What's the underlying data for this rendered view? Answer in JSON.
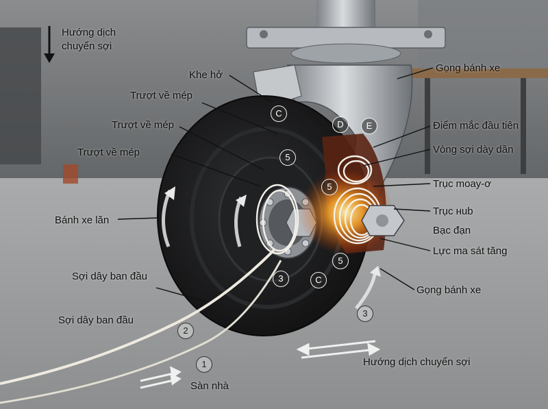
{
  "labels": {
    "direction_top": [
      "Hướng dịch",
      "chuyển sợi"
    ],
    "gap": "Khe hở",
    "slide_edge_1": "Trượt về mép",
    "slide_edge_2": "Trượt về mép",
    "slide_edge_3": "Trượt về mép",
    "rolling_wheel": "Bánh xe lăn",
    "initial_string_1": "Sợi dây ban đầu",
    "initial_string_2": "Sợi dây ban đầu",
    "floor": "Sàn nhà",
    "fork_top": "Gọng bánh xe",
    "first_snag": "Điểm mắc đầu tiên",
    "wrap_loops": "Vòng sợi dày dần",
    "hub_axle": "Trục moay-ơ",
    "hub_shaft": "Trục нub",
    "bearing": "Bạc đạn",
    "friction": "Lực ma sát tăng",
    "fork_bottom": "Gọng bánh xe",
    "direction_bottom": "Hướng dịch chuyển sợi"
  },
  "markers": {
    "m1": "1",
    "m2": "2",
    "m3a": "3",
    "m3b": "3",
    "m5a": "5",
    "m5b": "5",
    "m5c": "5",
    "C1": "C",
    "C2": "C",
    "D": "D",
    "E": "E"
  },
  "colors": {
    "background": "#6e7173",
    "floor": "#9a9c9d",
    "tire": "#1a1a1b",
    "metal": "#a9adb1",
    "glow": "#ff8a1c"
  }
}
